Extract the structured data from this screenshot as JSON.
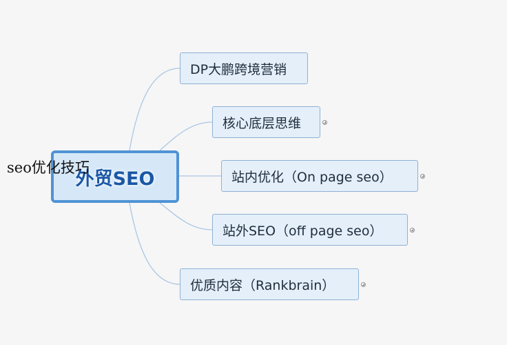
{
  "mindmap": {
    "root": {
      "label": "外贸SEO"
    },
    "branches": [
      {
        "label": "DP大鹏跨境营销",
        "expandable": false
      },
      {
        "label": "核心底层思维",
        "expandable": true
      },
      {
        "label": "站内优化（On page seo）",
        "expandable": true
      },
      {
        "label": "站外SEO（off page seo）",
        "expandable": true
      },
      {
        "label": "优质内容（Rankbrain）",
        "expandable": true
      }
    ]
  },
  "overlay_text": "seo优化技巧",
  "colors": {
    "background": "#f6f6f6",
    "node_fill": "#e4eff9",
    "node_border": "#8db1d6",
    "root_border": "#4f93d5",
    "root_text": "#1a57a6",
    "link": "#a9c6e4"
  }
}
